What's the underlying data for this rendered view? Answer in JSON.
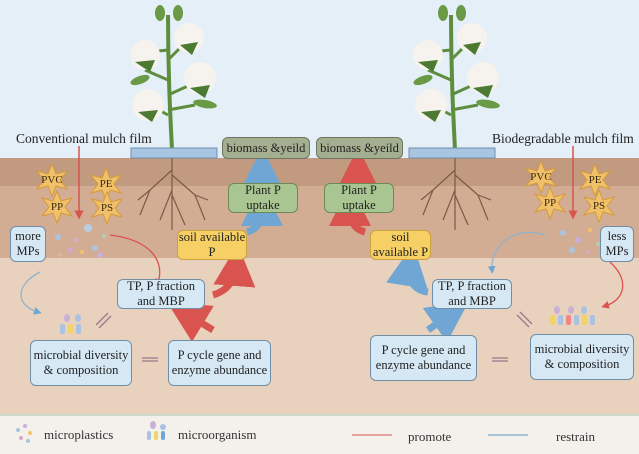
{
  "left_side": {
    "title": "Conventional mulch film",
    "plastics": [
      "PVC",
      "PE",
      "PP",
      "PS"
    ],
    "mps_label": "more MPs",
    "biomass": "biomass &yeild",
    "plant_uptake": "Plant P uptake",
    "soil_p": "soil available P",
    "tp_box": "TP, P fraction and MBP",
    "microbial_box": "microbial diversity & composition",
    "pcycle_box": "P cycle gene and enzyme abundance"
  },
  "right_side": {
    "title": "Biodegradable mulch film",
    "plastics": [
      "PVC",
      "PE",
      "PP",
      "PS"
    ],
    "mps_label": "less MPs",
    "biomass": "biomass &yeild",
    "plant_uptake": "Plant P uptake",
    "soil_p": "soil available P",
    "tp_box": "TP, P fraction and MBP",
    "microbial_box": "microbial diversity & composition",
    "pcycle_box": "P cycle gene and enzyme abundance"
  },
  "legend": {
    "microplastics": "microplastics",
    "microorganism": "microorganism",
    "promote": "promote",
    "restrain": "restrain"
  },
  "colors": {
    "promote": "#e0645a",
    "restrain": "#72a9d6"
  }
}
